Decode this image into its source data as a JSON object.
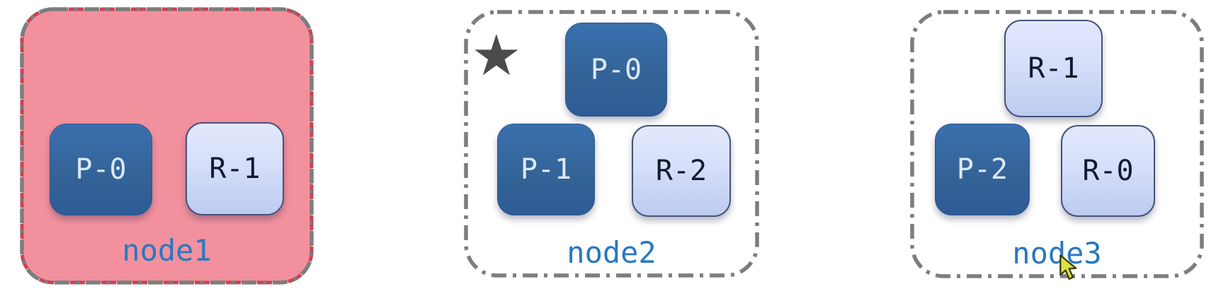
{
  "nodes": [
    {
      "label": "node1",
      "highlighted": true,
      "starred": false,
      "chips": [
        {
          "label": "P-0",
          "style": "dark"
        },
        {
          "label": "R-1",
          "style": "light"
        }
      ]
    },
    {
      "label": "node2",
      "highlighted": false,
      "starred": true,
      "chips": [
        {
          "label": "P-0",
          "style": "dark"
        },
        {
          "label": "P-1",
          "style": "dark"
        },
        {
          "label": "R-2",
          "style": "light"
        }
      ]
    },
    {
      "label": "node3",
      "highlighted": false,
      "starred": false,
      "chips": [
        {
          "label": "R-1",
          "style": "light"
        },
        {
          "label": "P-2",
          "style": "dark"
        },
        {
          "label": "R-0",
          "style": "light"
        }
      ]
    }
  ],
  "icons": {
    "star": "★"
  },
  "colors": {
    "node1_fill": "#F2919D",
    "node1_accent_dash": "#C94453",
    "node_border_gray": "#7D7D7D",
    "chip_dark_blue": "#336296",
    "chip_light_blue": "#D6DFFA",
    "node_label_blue": "#2878C2",
    "star_gray": "#4B4B4B",
    "cursor_yellow": "#DDE243"
  }
}
